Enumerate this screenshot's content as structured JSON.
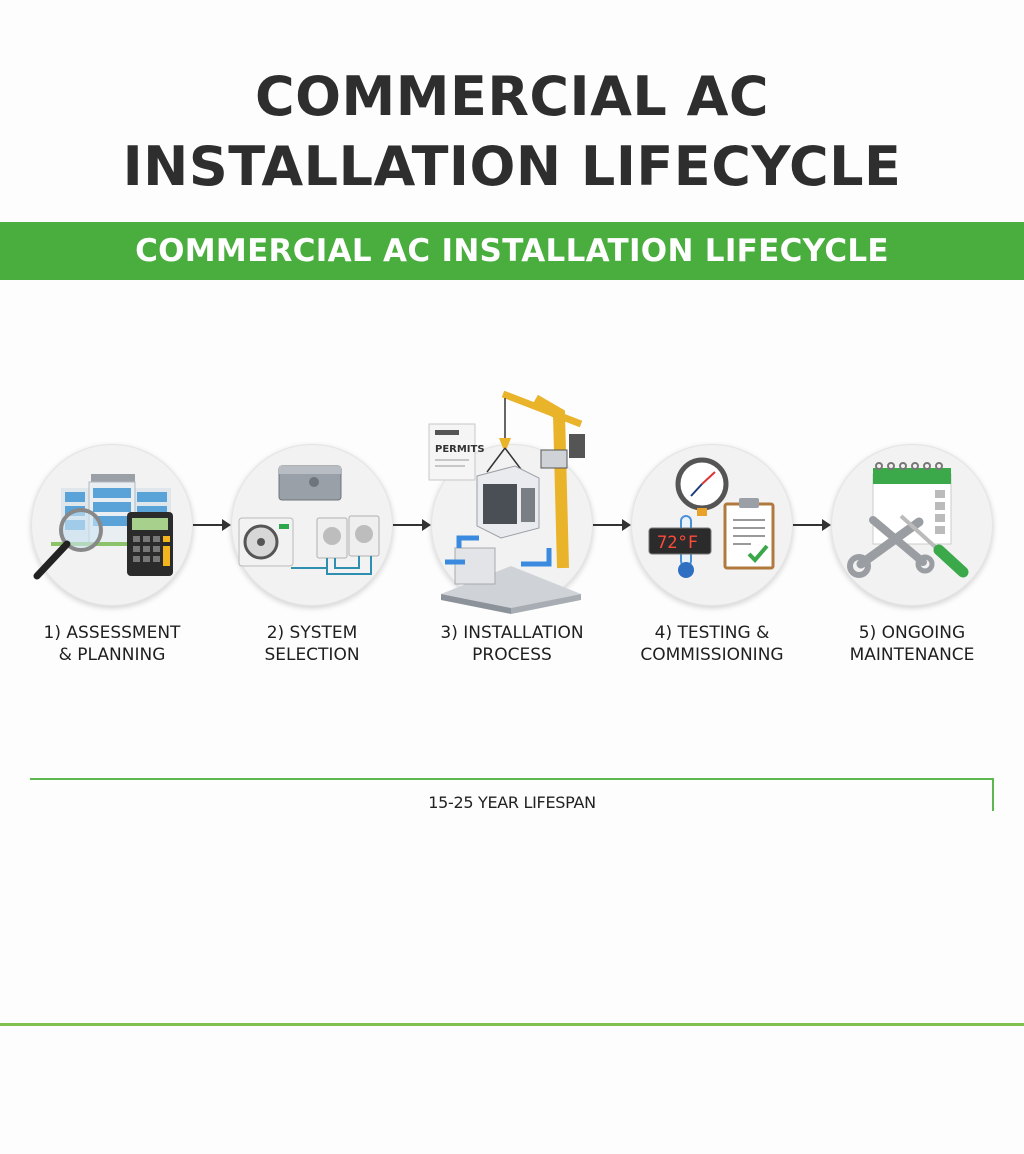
{
  "header": {
    "title_line1": "COMMERCIAL AC",
    "title_line2": "INSTALLATION LIFECYCLE",
    "banner_text": "COMMERCIAL AC INSTALLATION LIFECYCLE"
  },
  "colors": {
    "accent_green": "#4aae3f",
    "line_green": "#5cb84e",
    "footer_green": "#7fc04f",
    "title_text": "#2e2e2e"
  },
  "steps": [
    {
      "number": "1)",
      "label_line1": "1) ASSESSMENT",
      "label_line2": "& PLANNING",
      "icon": "building-magnifier-calculator-icon"
    },
    {
      "number": "2)",
      "label_line1": "2) SYSTEM",
      "label_line2": "SELECTION",
      "icon": "ac-units-selection-icon"
    },
    {
      "number": "3)",
      "label_line1": "3) INSTALLATION",
      "label_line2": "PROCESS",
      "icon": "crane-permits-install-icon",
      "permit_text": "PERMITS"
    },
    {
      "number": "4)",
      "label_line1": "4) TESTING &",
      "label_line2": "COMMISSIONING",
      "icon": "gauge-thermometer-checklist-icon",
      "display_text": "72°F"
    },
    {
      "number": "5)",
      "label_line1": "5) ONGOING",
      "label_line2": "MAINTENANCE",
      "icon": "calendar-tools-icon"
    }
  ],
  "timeline": {
    "lifespan_label": "15-25 YEAR LIFESPAN"
  }
}
